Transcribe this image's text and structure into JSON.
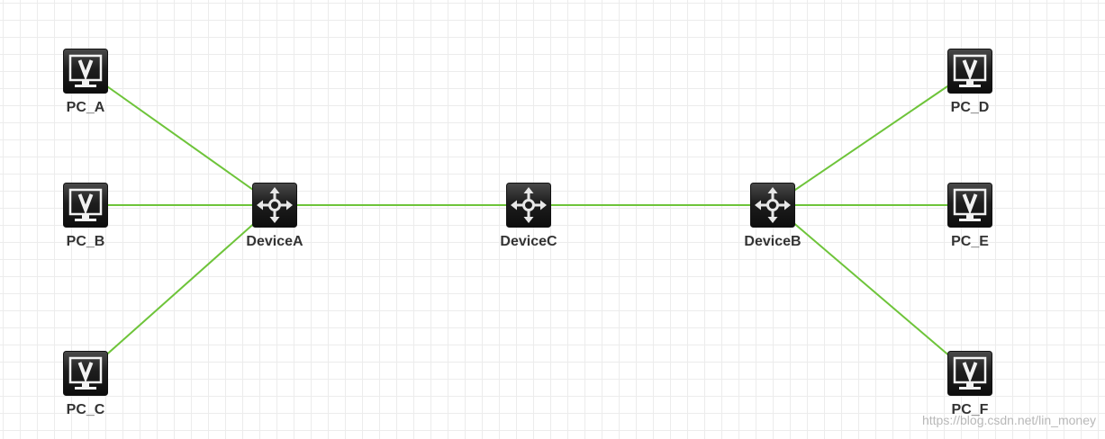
{
  "topology": {
    "link_color": "#6ec43a",
    "icon_color": "#1e1e1e",
    "nodes": [
      {
        "id": "PC_A",
        "type": "pc",
        "label": "PC_A"
      },
      {
        "id": "PC_B",
        "type": "pc",
        "label": "PC_B"
      },
      {
        "id": "PC_C",
        "type": "pc",
        "label": "PC_C"
      },
      {
        "id": "DeviceA",
        "type": "switch",
        "label": "DeviceA"
      },
      {
        "id": "DeviceC",
        "type": "switch",
        "label": "DeviceC"
      },
      {
        "id": "DeviceB",
        "type": "switch",
        "label": "DeviceB"
      },
      {
        "id": "PC_D",
        "type": "pc",
        "label": "PC_D"
      },
      {
        "id": "PC_E",
        "type": "pc",
        "label": "PC_E"
      },
      {
        "id": "PC_F",
        "type": "pc",
        "label": "PC_F"
      }
    ],
    "links": [
      {
        "from": "PC_A",
        "to": "DeviceA"
      },
      {
        "from": "PC_B",
        "to": "DeviceA"
      },
      {
        "from": "PC_C",
        "to": "DeviceA"
      },
      {
        "from": "DeviceA",
        "to": "DeviceC"
      },
      {
        "from": "DeviceC",
        "to": "DeviceB"
      },
      {
        "from": "DeviceB",
        "to": "PC_D"
      },
      {
        "from": "DeviceB",
        "to": "PC_E"
      },
      {
        "from": "DeviceB",
        "to": "PC_F"
      }
    ]
  },
  "watermark": "https://blog.csdn.net/lin_money"
}
